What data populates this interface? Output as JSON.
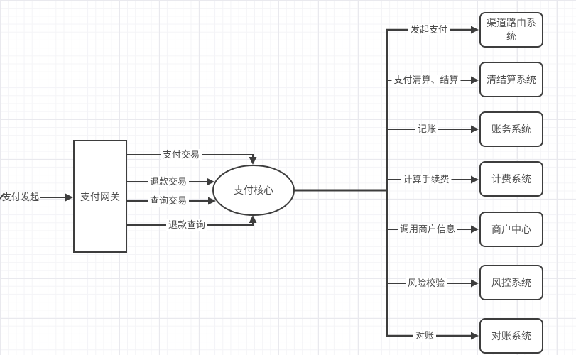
{
  "palette": {
    "line": "#3d3d3d",
    "text": "#4a4a4a",
    "node_fill": "#ffffff",
    "grid_minor": "#f4f4f7",
    "grid_major": "#e9e9ee"
  },
  "source": {
    "label": "支付发起"
  },
  "gateway": {
    "label": "支付网关"
  },
  "core": {
    "label": "支付核心"
  },
  "gateway_edges": [
    {
      "label": "支付交易"
    },
    {
      "label": "退款交易"
    },
    {
      "label": "查询交易"
    },
    {
      "label": "退款查询"
    }
  ],
  "core_edges": [
    {
      "label": "发起支付",
      "target": "渠道路由系统"
    },
    {
      "label": "支付清算、结算",
      "target": "清结算系统"
    },
    {
      "label": "记账",
      "target": "账务系统"
    },
    {
      "label": "计算手续费",
      "target": "计费系统"
    },
    {
      "label": "调用商户信息",
      "target": "商户中心"
    },
    {
      "label": "风险校验",
      "target": "风控系统"
    },
    {
      "label": "对账",
      "target": "对账系统"
    }
  ]
}
